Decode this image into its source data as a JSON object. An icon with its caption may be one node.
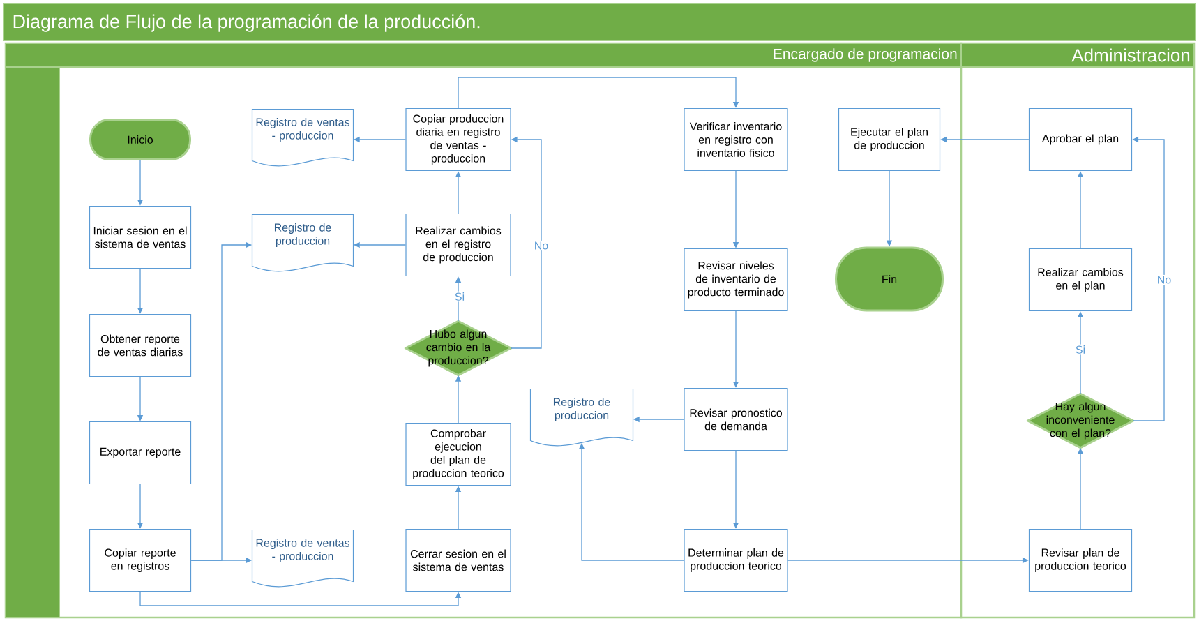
{
  "diagram": {
    "title": "Diagrama de Flujo de la programación de la producción.",
    "nodes": [
      {
        "text": [
          "Encargado de programacion"
        ]
      },
      {
        "text": [
          "Administracion"
        ]
      },
      {
        "text": [
          "Inicio"
        ],
        "in": 0
      },
      {
        "text": [
          "Iniciar sesion en el sistema de ventas"
        ],
        "in": 0
      },
      {
        "text": [
          "Obtener reporte de ventas diarias"
        ],
        "in": 0
      },
      {
        "text": [
          "Exportar reporte"
        ],
        "in": 0
      },
      {
        "text": [
          "Copiar reporte en registros"
        ],
        "in": 0
      },
      {
        "text": [
          "Registro de ventas - produccion"
        ],
        "in": 0
      },
      {
        "text": [
          "Copiar produccion diaria en registro de ventas - produccion"
        ],
        "in": 0
      },
      {
        "text": [
          "Registro de produccion"
        ],
        "in": 0
      },
      {
        "text": [
          "Realizar cambios en el registro de produccion"
        ],
        "in": 0
      },
      {
        "text": [
          "Hubo algun cambio en la produccion?"
        ],
        "in": 0
      },
      {
        "text": [
          "Comprobar ejecucion del plan de produccion teorico"
        ],
        "in": 0
      },
      {
        "text": [
          "Cerrar sesion en el sistema de ventas"
        ],
        "in": 0
      },
      {
        "text": [
          "Registro de ventas - produccion"
        ],
        "in": 0
      },
      {
        "text": [
          "Verificar inventario en registro con inventario fisico"
        ],
        "in": 0
      },
      {
        "text": [
          "Revisar niveles de inventario de producto terminado"
        ],
        "in": 0
      },
      {
        "text": [
          "Revisar pronostico de demanda"
        ],
        "in": 0
      },
      {
        "text": [
          "Determinar plan de produccion teorico"
        ],
        "in": 0
      },
      {
        "text": [
          "Registro de produccion"
        ],
        "in": 0
      },
      {
        "text": [
          "Ejecutar el plan de produccion"
        ],
        "in": 0
      },
      {
        "text": [
          "Fin"
        ],
        "in": 0
      },
      {
        "text": [
          "Aprobar el plan"
        ],
        "in": 1
      },
      {
        "text": [
          "Realizar cambios en el plan"
        ],
        "in": 1
      },
      {
        "text": [
          "Hay algun inconveniente con el plan?"
        ],
        "in": 1
      },
      {
        "text": [
          "Revisar plan de produccion teorico"
        ],
        "in": 1
      }
    ],
    "edges": [
      {
        "from": 2,
        "to": 3,
        "arrow": "to"
      },
      {
        "from": 3,
        "to": 4,
        "arrow": "to"
      },
      {
        "from": 4,
        "to": 5,
        "arrow": "to"
      },
      {
        "from": 5,
        "to": 6,
        "arrow": "to"
      },
      {
        "from": 6,
        "to": 9,
        "arrow": "to"
      },
      {
        "from": 6,
        "to": 14,
        "arrow": "to"
      },
      {
        "from": 6,
        "to": 13,
        "arrow": "to"
      },
      {
        "from": 13,
        "to": 12,
        "arrow": "to"
      },
      {
        "from": 12,
        "to": 11,
        "arrow": "to"
      },
      {
        "from": 11,
        "to": 10,
        "arrow": "to",
        "label": "Si"
      },
      {
        "from": 11,
        "to": 8,
        "arrow": "to",
        "label": "No"
      },
      {
        "from": 10,
        "to": 9,
        "arrow": "to"
      },
      {
        "from": 10,
        "to": 8,
        "arrow": "to"
      },
      {
        "from": 8,
        "to": 7,
        "arrow": "to"
      },
      {
        "from": 8,
        "to": 15,
        "arrow": "to"
      },
      {
        "from": 15,
        "to": 16,
        "arrow": "to"
      },
      {
        "from": 16,
        "to": 17,
        "arrow": "to"
      },
      {
        "from": 17,
        "to": 19,
        "arrow": "to"
      },
      {
        "from": 17,
        "to": 18,
        "arrow": "to"
      },
      {
        "from": 18,
        "to": 19,
        "arrow": "to"
      },
      {
        "from": 18,
        "to": 25,
        "arrow": "to"
      },
      {
        "from": 25,
        "to": 24,
        "arrow": "to"
      },
      {
        "from": 24,
        "to": 23,
        "arrow": "to",
        "label": "Si"
      },
      {
        "from": 24,
        "to": 22,
        "arrow": "to",
        "label": "No"
      },
      {
        "from": 23,
        "to": 22,
        "arrow": "to"
      },
      {
        "from": 22,
        "to": 20,
        "arrow": "to"
      },
      {
        "from": 20,
        "to": 21,
        "arrow": "to"
      }
    ]
  }
}
